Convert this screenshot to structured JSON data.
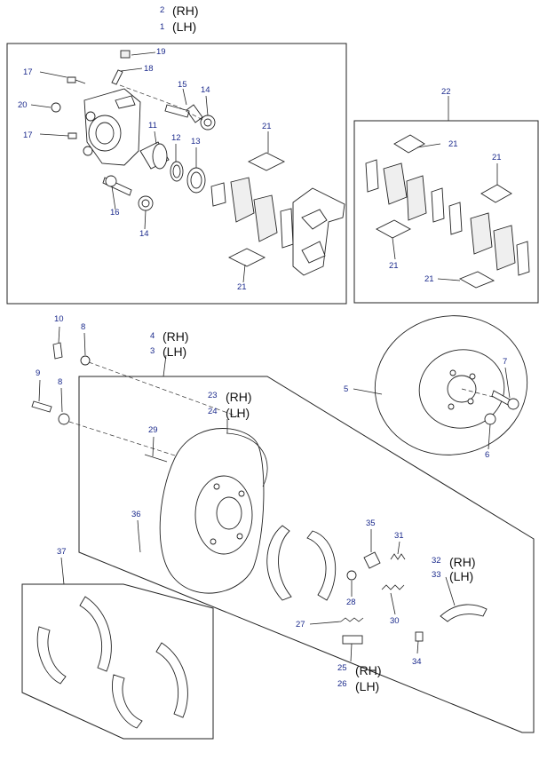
{
  "callouts": {
    "c1": "1",
    "c2": "2",
    "c3": "3",
    "c4": "4",
    "c5": "5",
    "c6": "6",
    "c7": "7",
    "c8a": "8",
    "c8b": "8",
    "c9": "9",
    "c10": "10",
    "c11": "11",
    "c12": "12",
    "c13": "13",
    "c14a": "14",
    "c14b": "14",
    "c15": "15",
    "c16": "16",
    "c17a": "17",
    "c17b": "17",
    "c18": "18",
    "c19": "19",
    "c20": "20",
    "c21a": "21",
    "c21b": "21",
    "c21c": "21",
    "c21d": "21",
    "c21e": "21",
    "c21f": "21",
    "c22": "22",
    "c23": "23",
    "c24": "24",
    "c25": "25",
    "c26": "26",
    "c27": "27",
    "c28": "28",
    "c29": "29",
    "c30": "30",
    "c31": "31",
    "c32": "32",
    "c33": "33",
    "c34": "34",
    "c35": "35",
    "c36": "36",
    "c37": "37"
  },
  "sides": {
    "caliper_rh": "(RH)",
    "caliper_lh": "(LH)",
    "plate_rh": "(RH)",
    "plate_lh": "(LH)",
    "backing_rh": "(RH)",
    "backing_lh": "(LH)",
    "lever_rh": "(RH)",
    "lever_lh": "(LH)",
    "adjuster_rh": "(RH)",
    "adjuster_lh": "(LH)"
  },
  "colors": {
    "callout": "#1b2a8c",
    "line": "#222222",
    "paper": "#ffffff"
  }
}
